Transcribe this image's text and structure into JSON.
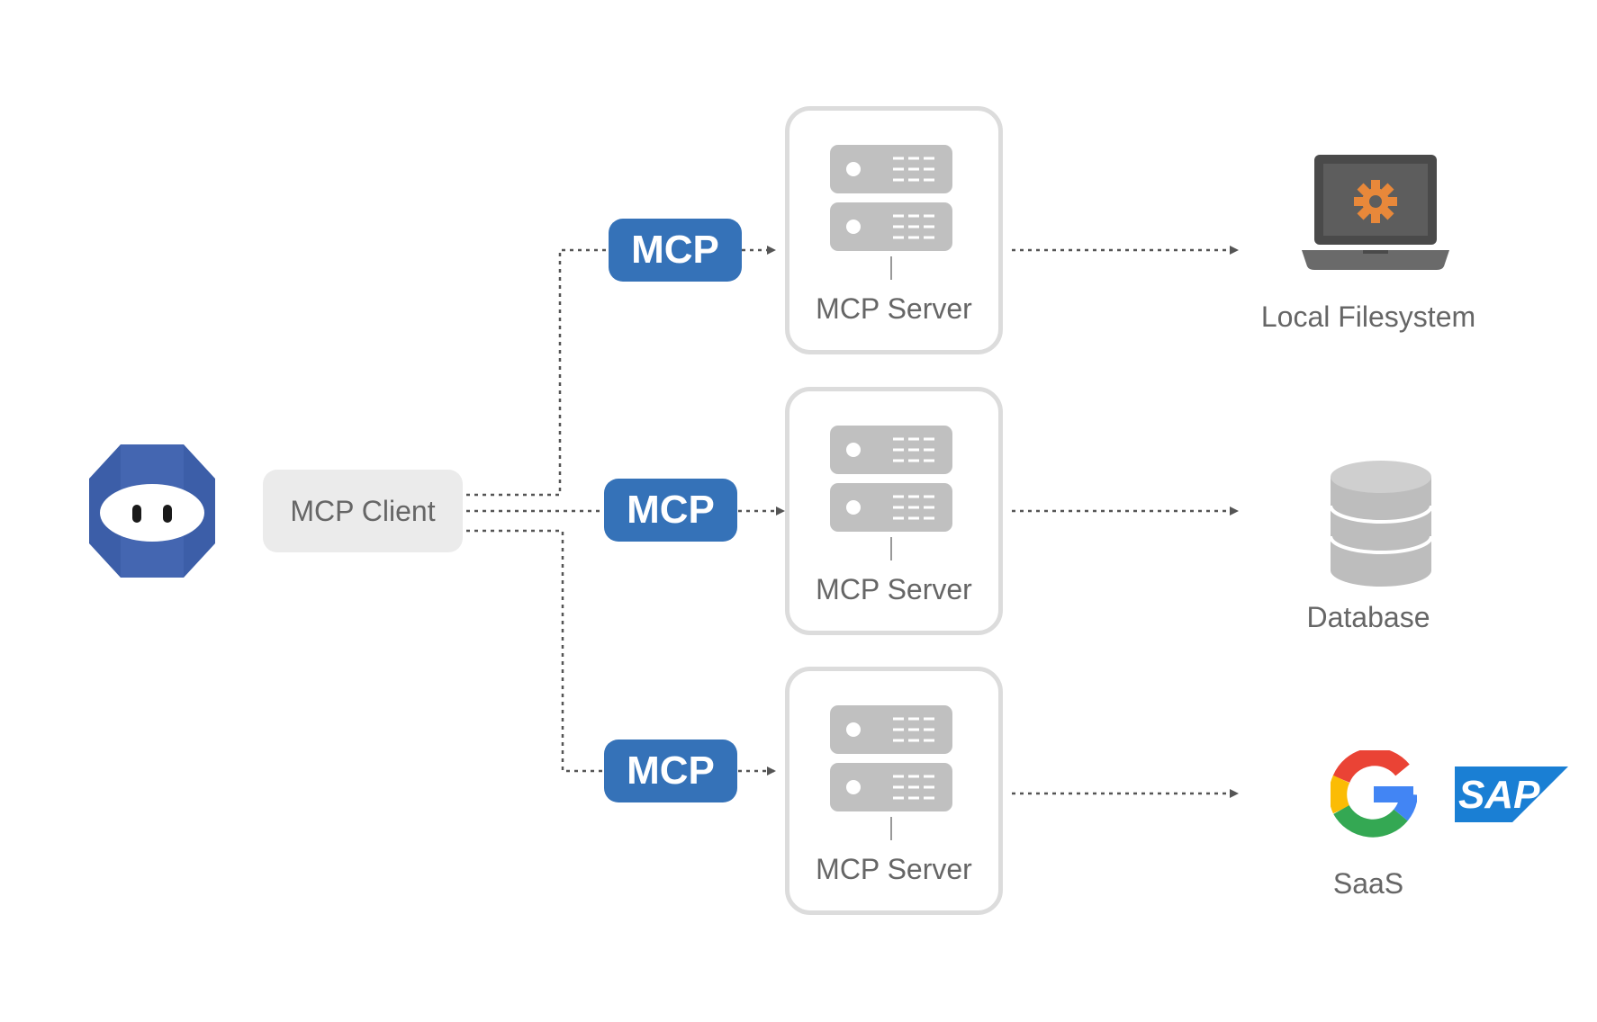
{
  "client": {
    "icon": "robot-logo-icon",
    "label": "MCP Client"
  },
  "protocol_badges": [
    "MCP",
    "MCP",
    "MCP"
  ],
  "servers": [
    {
      "label": "MCP Server",
      "icon": "server-icon"
    },
    {
      "label": "MCP Server",
      "icon": "server-icon"
    },
    {
      "label": "MCP Server",
      "icon": "server-icon"
    }
  ],
  "resources": [
    {
      "label": "Local Filesystem",
      "icon": "laptop-gear-icon"
    },
    {
      "label": "Database",
      "icon": "database-icon"
    },
    {
      "label": "SaaS",
      "icons": [
        "google-logo-icon",
        "sap-logo-icon"
      ],
      "logo_text": "SAP"
    }
  ],
  "colors": {
    "badge": "#3572b8",
    "robot": "#3c5ea8",
    "server_icon": "#c0c0c0",
    "card_border": "#dcdcdc",
    "client_box": "#ebebeb",
    "gear": "#e8883a",
    "sap": "#1a7fd4"
  }
}
